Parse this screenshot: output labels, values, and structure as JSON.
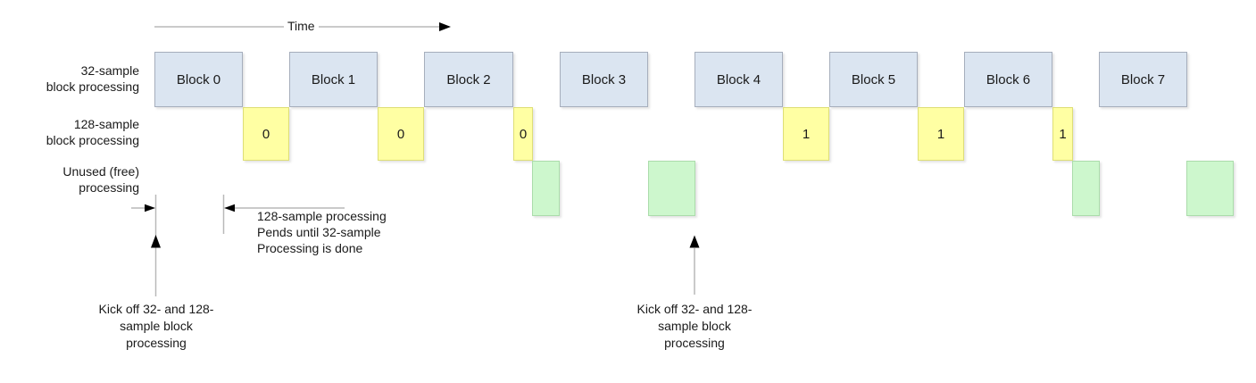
{
  "diagram": {
    "time_axis": {
      "label": "Time"
    },
    "row_labels": [
      {
        "label": "32-sample\nblock processing"
      },
      {
        "label": "128-sample\nblock processing"
      },
      {
        "label": "Unused (free)\nprocessing"
      }
    ],
    "blue_blocks": [
      {
        "label": "Block 0"
      },
      {
        "label": "Block 1"
      },
      {
        "label": "Block 2"
      },
      {
        "label": "Block 3"
      },
      {
        "label": "Block 4"
      },
      {
        "label": "Block 5"
      },
      {
        "label": "Block 6"
      },
      {
        "label": "Block 7"
      }
    ],
    "yellow_blocks": [
      {
        "label": "0"
      },
      {
        "label": "0"
      },
      {
        "label": "0"
      },
      {
        "label": "1"
      },
      {
        "label": "1"
      },
      {
        "label": "1"
      }
    ],
    "green_blocks_count": 4,
    "annotations": {
      "pend_note": "128-sample processing\nPends until 32-sample\nProcessing is done",
      "kickoff_note": "Kick off 32- and 128-\nsample block\nprocessing"
    },
    "colors": {
      "blue_fill": "#dbe5f1",
      "blue_border": "#a6aebc",
      "yellow_fill": "#ffffa3",
      "yellow_border": "#dede76",
      "green_fill": "#cdf7cd",
      "green_border": "#abdcab",
      "line_gray": "#b9b9b9",
      "arrow_black": "#000000"
    }
  }
}
